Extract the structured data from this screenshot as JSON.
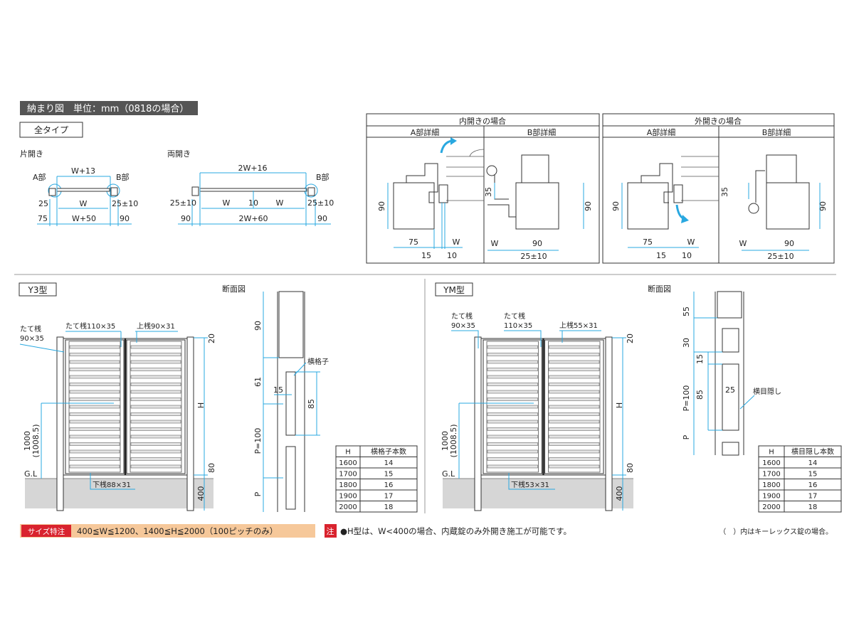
{
  "header": {
    "title": "納まり図　単位：mm（0818の場合）",
    "all_types": "全タイプ"
  },
  "plan_single": {
    "label": "片開き",
    "a_part": "A部",
    "b_part": "B部",
    "w13": "W+13",
    "w": "W",
    "d25": "25",
    "d25b": "25±10",
    "d75": "75",
    "w50": "W+50",
    "d90": "90"
  },
  "plan_double": {
    "label": "両開き",
    "b_part": "B部",
    "w16": "2W+16",
    "d25a": "25±10",
    "w1": "W",
    "gap": "10",
    "w2": "W",
    "d25b": "25±10",
    "d90a": "90",
    "w60": "2W+60",
    "d90b": "90"
  },
  "detail_inward": {
    "title": "内開きの場合",
    "a_title": "A部詳細",
    "b_title": "B部詳細",
    "a_dims": {
      "h": "90",
      "d75": "75",
      "w": "W",
      "d15": "15",
      "d10": "10"
    },
    "b_dims": {
      "d35": "35",
      "h": "90",
      "w": "W",
      "d90": "90",
      "d25": "25±10"
    }
  },
  "detail_outward": {
    "title": "外開きの場合",
    "a_title": "A部詳細",
    "b_title": "B部詳細",
    "a_dims": {
      "h": "90",
      "d75": "75",
      "w": "W",
      "d15": "15",
      "d10": "10"
    },
    "b_dims": {
      "d35": "35",
      "h": "90",
      "w": "W",
      "d90": "90",
      "d25": "25±10"
    }
  },
  "y3": {
    "label": "Y3型",
    "section_title": "断面図",
    "post": "たて桟\n90×35",
    "post_l1": "たて桟",
    "post_l2": "90×35",
    "stile": "たて桟110×35",
    "top_rail": "上桟90×31",
    "bottom_rail": "下桟88×31",
    "d20": "20",
    "h": "H",
    "d80": "80",
    "d400": "400",
    "d1000": "1000",
    "d1008": "(1008.5)",
    "gl": "G.L",
    "sec": {
      "d90": "90",
      "d61": "61",
      "p100": "P=100",
      "p": "P",
      "d15": "15",
      "d85": "85",
      "slat": "横格子"
    },
    "table": {
      "headers": [
        "H",
        "横格子本数"
      ],
      "rows": [
        [
          "1600",
          "14"
        ],
        [
          "1700",
          "15"
        ],
        [
          "1800",
          "16"
        ],
        [
          "1900",
          "17"
        ],
        [
          "2000",
          "18"
        ]
      ]
    }
  },
  "ym": {
    "label": "YM型",
    "section_title": "断面図",
    "post_l1": "たて桟",
    "post_l2": "90×35",
    "stile_l1": "たて桟",
    "stile_l2": "110×35",
    "top_rail": "上桟55×31",
    "bottom_rail": "下桟53×31",
    "d20": "20",
    "h": "H",
    "d80": "80",
    "d400": "400",
    "d1000": "1000",
    "d1008": "(1008.5)",
    "gl": "G.L",
    "sec": {
      "d55": "55",
      "d30": "30",
      "d15": "15",
      "d85": "85",
      "d25": "25",
      "p100": "P=100",
      "p": "P",
      "screen": "横目隠し"
    },
    "table": {
      "headers": [
        "H",
        "横目隠し本数"
      ],
      "rows": [
        [
          "1600",
          "14"
        ],
        [
          "1700",
          "15"
        ],
        [
          "1800",
          "16"
        ],
        [
          "1900",
          "17"
        ],
        [
          "2000",
          "18"
        ]
      ]
    }
  },
  "footer": {
    "size_badge": "サイズ特注",
    "size_text": "400≦W≦1200、1400≦H≦2000（100ピッチのみ）",
    "note_badge": "注",
    "note_text": "●H型は、W<400の場合、内蔵錠のみ外開き施工が可能です。",
    "paren_note": "（　）内はキーレックス錠の場合。"
  },
  "colors": {
    "dimension": "#29a8e0",
    "header_bg": "#555555",
    "badge_red": "#d9232e",
    "badge_bg": "#f6c89a"
  }
}
